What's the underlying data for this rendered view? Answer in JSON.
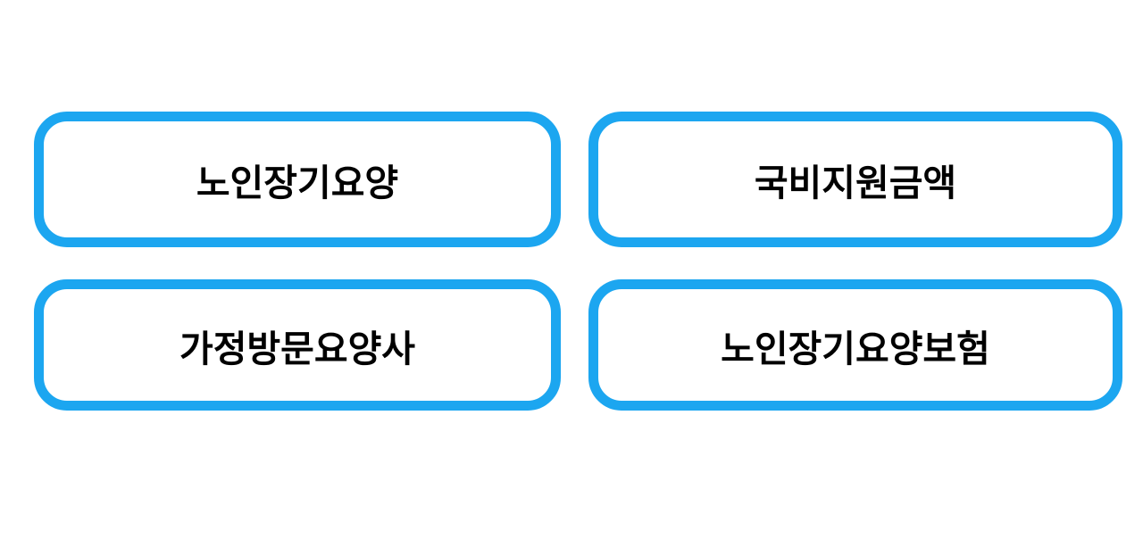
{
  "colors": {
    "accent": "#1CA6F0",
    "background": "#FFFFFF",
    "text": "#000000"
  },
  "buttons": [
    {
      "label": "노인장기요양"
    },
    {
      "label": "국비지원금액"
    },
    {
      "label": "가정방문요양사"
    },
    {
      "label": "노인장기요양보험"
    }
  ]
}
